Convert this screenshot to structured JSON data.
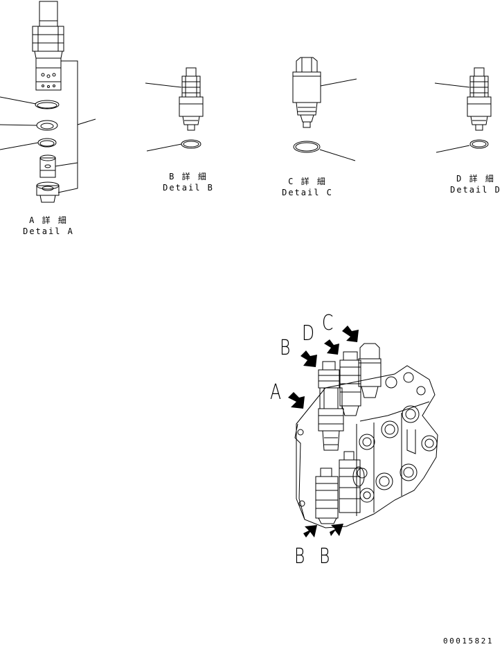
{
  "details": [
    {
      "id": "A",
      "jp": "A 詳 細",
      "en": "Detail A"
    },
    {
      "id": "B",
      "jp": "B 詳 細",
      "en": "Detail B"
    },
    {
      "id": "C",
      "jp": "C 詳 細",
      "en": "Detail C"
    },
    {
      "id": "D",
      "jp": "D 詳 細",
      "en": "Detail D"
    }
  ],
  "callouts": {
    "a": "A",
    "b_top": "B",
    "d": "D",
    "c": "C",
    "b_bottom_left": "B",
    "b_bottom_right": "B"
  },
  "drawing_code": "00015821"
}
